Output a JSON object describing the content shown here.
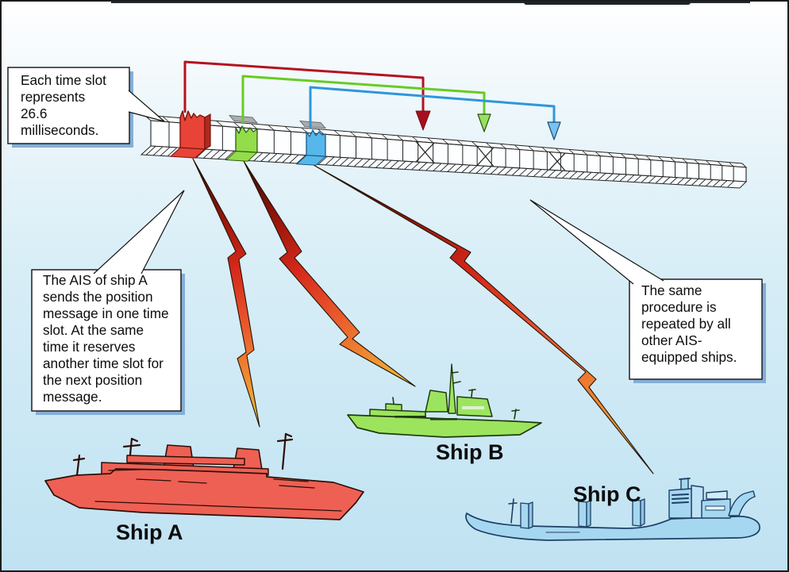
{
  "callouts": {
    "slot_note": {
      "lines": [
        "Each time slot",
        "represents",
        "26.6",
        "milliseconds."
      ]
    },
    "ship_a_note": {
      "lines": [
        "The AIS of ship A",
        "sends the position",
        "message in one time",
        "slot. At the same",
        "time it reserves",
        "another time slot for",
        "the next position",
        "message."
      ]
    },
    "repeat_note": {
      "lines": [
        "The same",
        "procedure is",
        "repeated by all",
        "other AIS-",
        "equipped ships."
      ]
    }
  },
  "ships": {
    "a": {
      "label": "Ship A"
    },
    "b": {
      "label": "Ship B"
    },
    "c": {
      "label": "Ship C"
    }
  },
  "timeline": {
    "slot_count": 41,
    "reserved_slot_marker": "X"
  },
  "colors": {
    "ship_a": "#ee6054",
    "ship_b": "#9ce45e",
    "ship_c": "#a6d7f1",
    "slot_red": "#e84337",
    "slot_red_side": "#b02a1e",
    "slot_green": "#93dd4a",
    "slot_blue": "#57b7ea",
    "arrow_red": "#b5121f",
    "arrow_green": "#66cc22",
    "arrow_blue": "#2e96db",
    "arrowhead_red": "#a5101e",
    "arrowhead_green": "#98e060",
    "arrowhead_blue": "#79c3ee",
    "bolt_dark": "#30100a",
    "bolt_red": "#d5281a",
    "bolt_orange": "#ef8c33",
    "bolt_yellow": "#e9c83d",
    "callout_shadow": "#84aed6",
    "background_top": "#ffffff",
    "background_bottom": "#bfe2f2"
  }
}
